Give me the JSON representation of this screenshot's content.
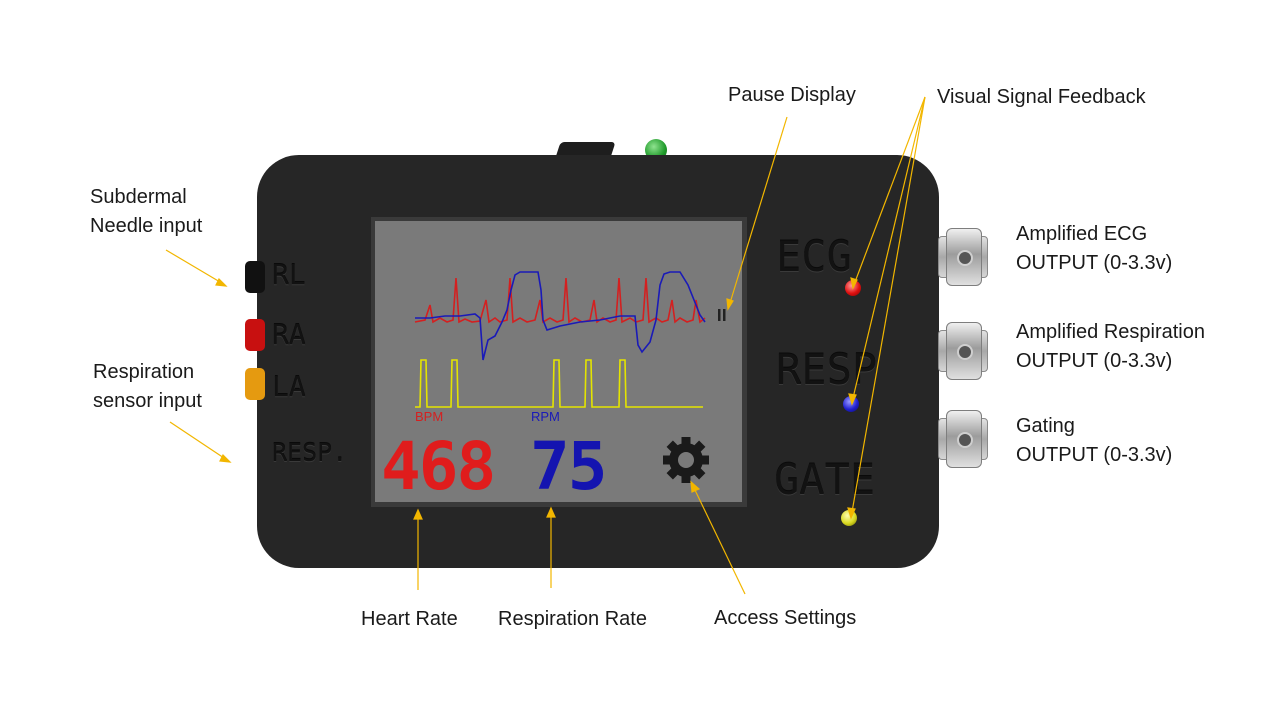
{
  "labels": {
    "pause_display": "Pause Display",
    "visual_signal_feedback": "Visual Signal Feedback",
    "subdermal_line1": "Subdermal",
    "subdermal_line2": "Needle input",
    "respiration_sensor_line1": "Respiration",
    "respiration_sensor_line2": "sensor input",
    "amplified_ecg_line1": "Amplified ECG",
    "amplified_ecg_line2": "OUTPUT (0-3.3v)",
    "amplified_resp_line1": "Amplified Respiration",
    "amplified_resp_line2": "OUTPUT (0-3.3v)",
    "gating_line1": "Gating",
    "gating_line2": "OUTPUT (0-3.3v)",
    "heart_rate": "Heart Rate",
    "respiration_rate": "Respiration Rate",
    "access_settings": "Access Settings"
  },
  "device": {
    "jacks": [
      "RL",
      "RA",
      "LA",
      "RESP."
    ],
    "outputs": [
      "ECG",
      "RESP",
      "GATE"
    ],
    "screen": {
      "bpm_label": "BPM",
      "bpm_value": "468",
      "rpm_label": "RPM",
      "rpm_value": "75",
      "pause_glyph": "II",
      "settings_icon": "gear-icon"
    }
  },
  "colors": {
    "ecg_trace": "#d42020",
    "resp_trace": "#1a1ab8",
    "gate_trace": "#e4e400",
    "annotation_arrow": "#f2b600",
    "ecg_led": "#e01010",
    "resp_led": "#2020d0",
    "gate_led": "#d8d820"
  }
}
